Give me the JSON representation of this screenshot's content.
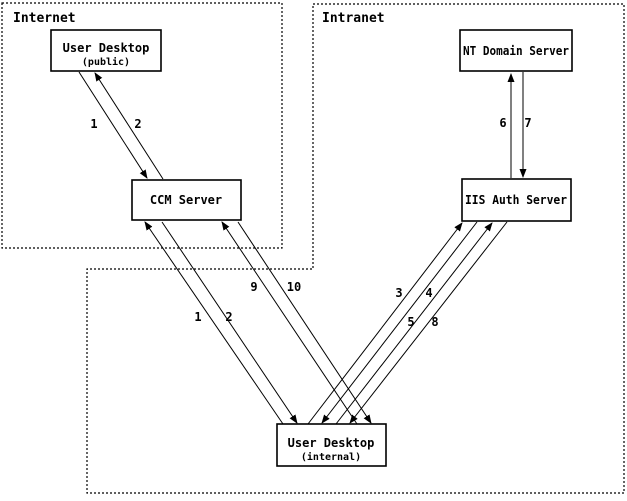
{
  "diagram": {
    "title_implicit": "",
    "background_color": "#ffffff",
    "line_color": "#000000",
    "zones": [
      {
        "id": "internet",
        "label": "Internet"
      },
      {
        "id": "intranet",
        "label": "Intranet"
      }
    ],
    "nodes": [
      {
        "id": "user-desktop-public",
        "label": "User Desktop",
        "sublabel": "(public)",
        "zone": "internet"
      },
      {
        "id": "ccm-server",
        "label": "CCM Server",
        "zone": "internet"
      },
      {
        "id": "nt-domain-server",
        "label": "NT Domain Server",
        "zone": "intranet"
      },
      {
        "id": "iis-auth-server",
        "label": "IIS Auth Server",
        "zone": "intranet"
      },
      {
        "id": "user-desktop-internal",
        "label": "User Desktop",
        "sublabel": "(internal)",
        "zone": "intranet"
      }
    ],
    "edges": [
      {
        "label": "1",
        "from": "user-desktop-public",
        "to": "ccm-server"
      },
      {
        "label": "2",
        "from": "ccm-server",
        "to": "user-desktop-public"
      },
      {
        "label": "1",
        "from": "user-desktop-internal",
        "to": "ccm-server"
      },
      {
        "label": "2",
        "from": "ccm-server",
        "to": "user-desktop-internal"
      },
      {
        "label": "9",
        "from": "user-desktop-internal",
        "to": "ccm-server"
      },
      {
        "label": "10",
        "from": "ccm-server",
        "to": "user-desktop-internal"
      },
      {
        "label": "3",
        "from": "user-desktop-internal",
        "to": "iis-auth-server"
      },
      {
        "label": "4",
        "from": "iis-auth-server",
        "to": "user-desktop-internal"
      },
      {
        "label": "5",
        "from": "user-desktop-internal",
        "to": "iis-auth-server"
      },
      {
        "label": "8",
        "from": "iis-auth-server",
        "to": "user-desktop-internal"
      },
      {
        "label": "6",
        "from": "iis-auth-server",
        "to": "nt-domain-server"
      },
      {
        "label": "7",
        "from": "nt-domain-server",
        "to": "iis-auth-server"
      }
    ]
  }
}
